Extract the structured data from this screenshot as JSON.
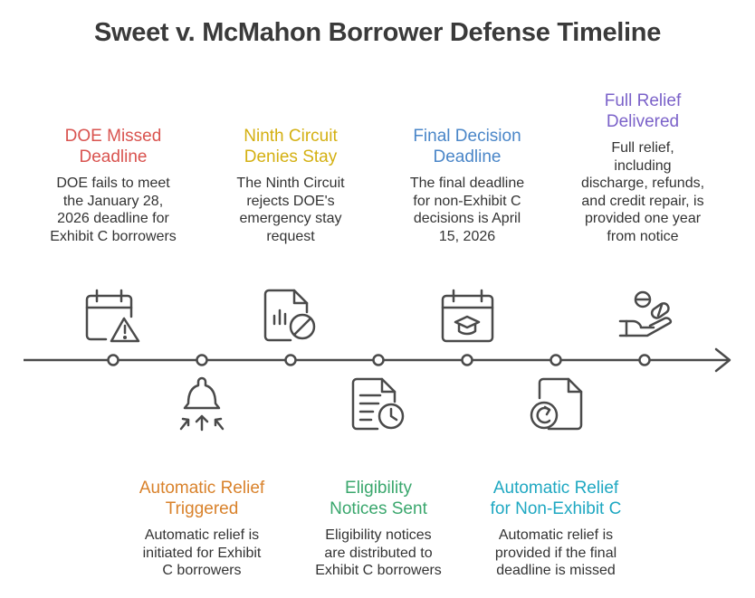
{
  "title": "Sweet v. McMahon Borrower Defense Timeline",
  "colors": {
    "line": "#4a4a4a",
    "icon": "#4a4a4a"
  },
  "events": [
    {
      "title_line1": "DOE Missed",
      "title_line2": "Deadline",
      "desc": [
        "DOE fails to meet",
        "the January 28,",
        "2026 deadline for",
        "Exhibit C borrowers"
      ],
      "color": "#d9534f",
      "position": "top",
      "icon": "calendar-warning-icon"
    },
    {
      "title_line1": "Automatic Relief",
      "title_line2": "Triggered",
      "desc": [
        "Automatic relief is",
        "initiated for Exhibit",
        "C borrowers"
      ],
      "color": "#d9822b",
      "position": "bottom",
      "icon": "bell-arrows-icon"
    },
    {
      "title_line1": "Ninth Circuit",
      "title_line2": "Denies Stay",
      "desc": [
        "The Ninth Circuit",
        "rejects DOE's",
        "emergency stay",
        "request"
      ],
      "color": "#d4b012",
      "position": "top",
      "icon": "document-chart-denied-icon"
    },
    {
      "title_line1": "Eligibility",
      "title_line2": "Notices Sent",
      "desc": [
        "Eligibility notices",
        "are distributed to",
        "Exhibit C borrowers"
      ],
      "color": "#3aa76d",
      "position": "bottom",
      "icon": "document-clock-icon"
    },
    {
      "title_line1": "Final Decision",
      "title_line2": "Deadline",
      "desc": [
        "The final deadline",
        "for non-Exhibit C",
        "decisions is April",
        "15, 2026"
      ],
      "color": "#4a86c8",
      "position": "top",
      "icon": "calendar-graduation-icon"
    },
    {
      "title_line1": "Automatic Relief",
      "title_line2": "for Non-Exhibit C",
      "desc": [
        "Automatic relief is",
        "provided if the final",
        "deadline is missed"
      ],
      "color": "#1fa8c2",
      "position": "bottom",
      "icon": "document-refresh-icon"
    },
    {
      "title_line1": "Full Relief",
      "title_line2": "Delivered",
      "desc": [
        "Full relief,",
        "including",
        "discharge, refunds,",
        "and credit repair, is",
        "provided one year",
        "from notice"
      ],
      "color": "#7b62c9",
      "position": "top",
      "icon": "hand-pills-icon"
    }
  ]
}
